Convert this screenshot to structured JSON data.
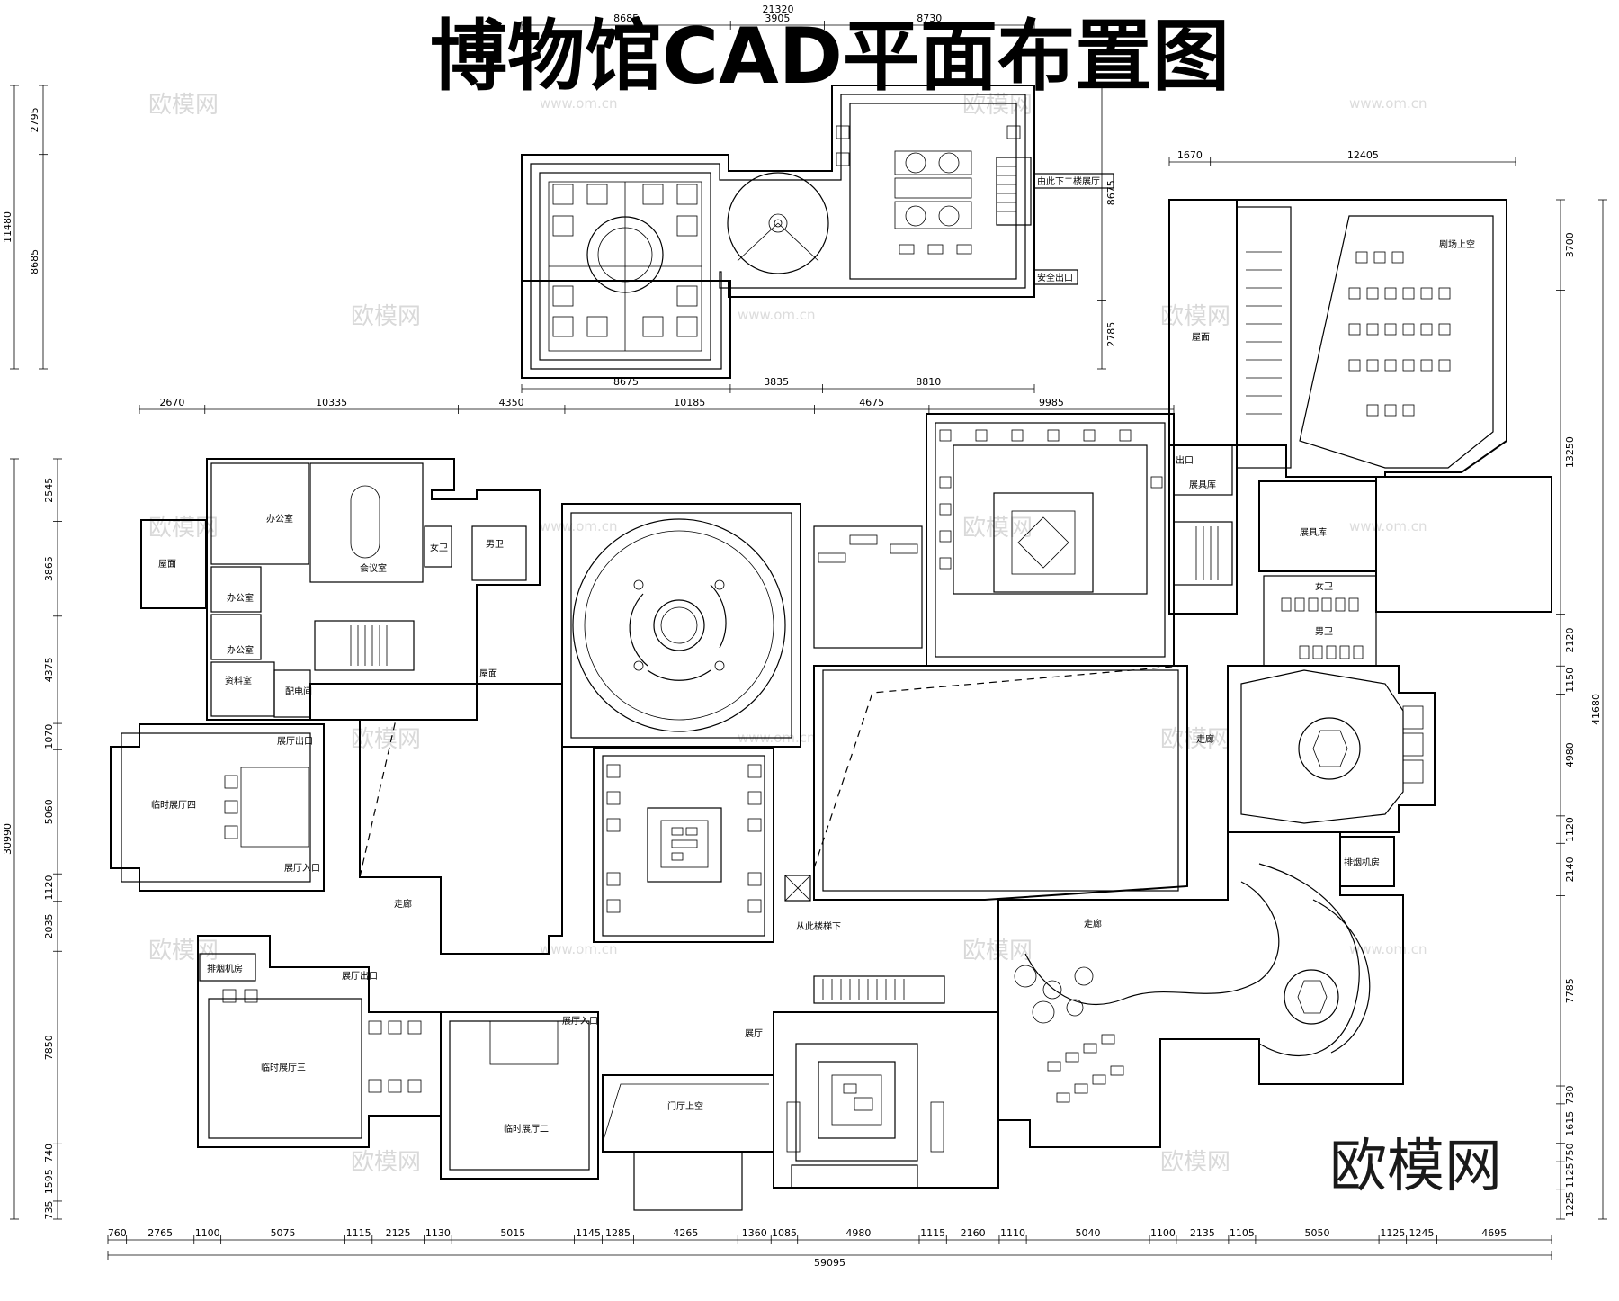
{
  "title": "博物馆CAD平面布置图",
  "brand_logo": "欧模网",
  "watermark": {
    "text": "欧模网",
    "url": "www.om.cn"
  },
  "rooms": {
    "office1": "办公室",
    "meeting": "会议室",
    "office2": "办公室",
    "office3": "办公室",
    "archive": "资料室",
    "power": "配电间",
    "roof_left": "屋面",
    "roof_mid": "屋面",
    "roof_right": "屋面",
    "women_top": "女卫",
    "men_top": "男卫",
    "temp4": "临时展厅四",
    "temp3": "临时展厅三",
    "temp2": "临时展厅二",
    "exit_a": "展厅出口",
    "entry_a": "展厅入口",
    "exit_b": "展厅出口",
    "entry_b": "展厅入口",
    "smoke_left": "排烟机房",
    "smoke_right": "排烟机房",
    "corridor_left": "走廊",
    "corridor_right": "走廊",
    "corridor_east": "走廊",
    "lobby_void": "门厅上空",
    "hall": "展厅",
    "storage1": "展具库",
    "storage2": "展具库",
    "women_right": "女卫",
    "men_right": "男卫",
    "theater_void": "剧场上空",
    "exit_right": "出口",
    "to_floor2": "由此下二楼展厅",
    "safety_exit": "安全出口",
    "escalator": "从此楼梯下"
  },
  "dims": {
    "top_row": [
      "8685",
      "3905",
      "8730"
    ],
    "top_total": "21320",
    "upper_bottom": [
      "8675",
      "3835",
      "8810"
    ],
    "left_upper": [
      "2795",
      "8685"
    ],
    "left_upper_total": "11480",
    "right_upper": [
      "8675",
      "2785"
    ],
    "theater_top": [
      "1670",
      "12405"
    ],
    "main_top": [
      "2670",
      "10335",
      "4350",
      "10185",
      "4675",
      "9985"
    ],
    "left_main": [
      "2545",
      "3865",
      "4375",
      "1070",
      "5060",
      "1120",
      "2035",
      "7850",
      "740",
      "1595",
      "735"
    ],
    "left_main_total": "30990",
    "right_main": [
      "3700",
      "13250",
      "2120",
      "1150",
      "4980",
      "1120",
      "2140",
      "7785",
      "730",
      "1615",
      "750",
      "1125",
      "1225"
    ],
    "right_main_total": "41680",
    "bottom_row": [
      "760",
      "2765",
      "1100",
      "5075",
      "1115",
      "2125",
      "1130",
      "5015",
      "1145",
      "1285",
      "4265",
      "1360",
      "1085",
      "4980",
      "1115",
      "2160",
      "1110",
      "5040",
      "1100",
      "2135",
      "1105",
      "5050",
      "1125",
      "1245",
      "4695"
    ],
    "bottom_total": "59095"
  }
}
